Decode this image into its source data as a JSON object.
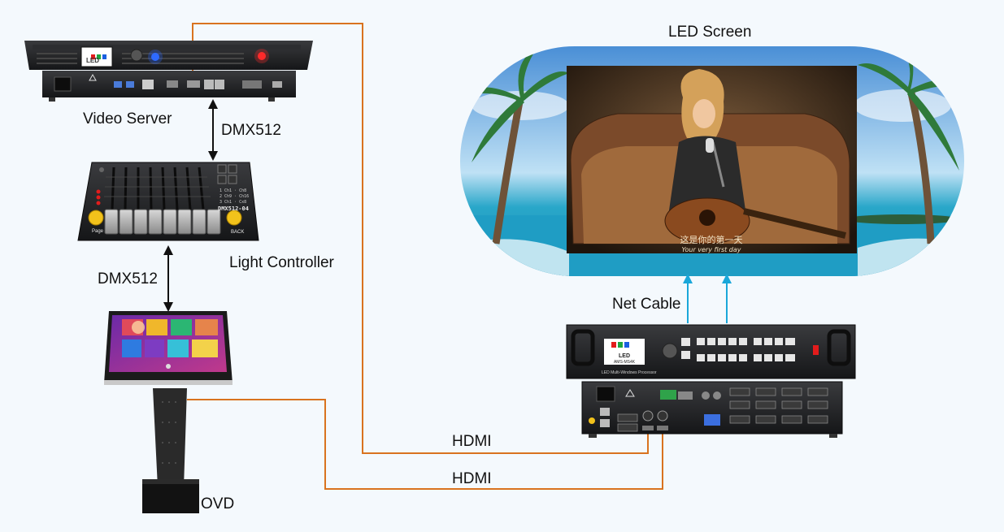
{
  "labels": {
    "video_server": "Video Server",
    "dmx_top": "DMX512",
    "light_controller": "Light Controller",
    "dmx_bottom": "DMX512",
    "ovd": "OVD",
    "led_screen": "LED Screen",
    "net_cable": "Net Cable",
    "hdmi_top": "HDMI",
    "hdmi_bottom": "HDMI"
  },
  "device_text": {
    "server_logo": "LED",
    "controller_model": "DMX512-04",
    "controller_page": "Page",
    "controller_back": "BACK",
    "processor_logo": "LED",
    "processor_model": "AMS-MS4K",
    "processor_caption": "LED Multi-Windows Processor",
    "screen_subtitle_cn": "这是你的第一天",
    "screen_subtitle_en": "Your very first day"
  },
  "colors": {
    "cable_orange": "#d9731f",
    "net_arrow_blue": "#1aa7d9",
    "dmx_arrow": "#111111",
    "device_black": "#1b1c1e",
    "background": "#f4f9fd"
  }
}
